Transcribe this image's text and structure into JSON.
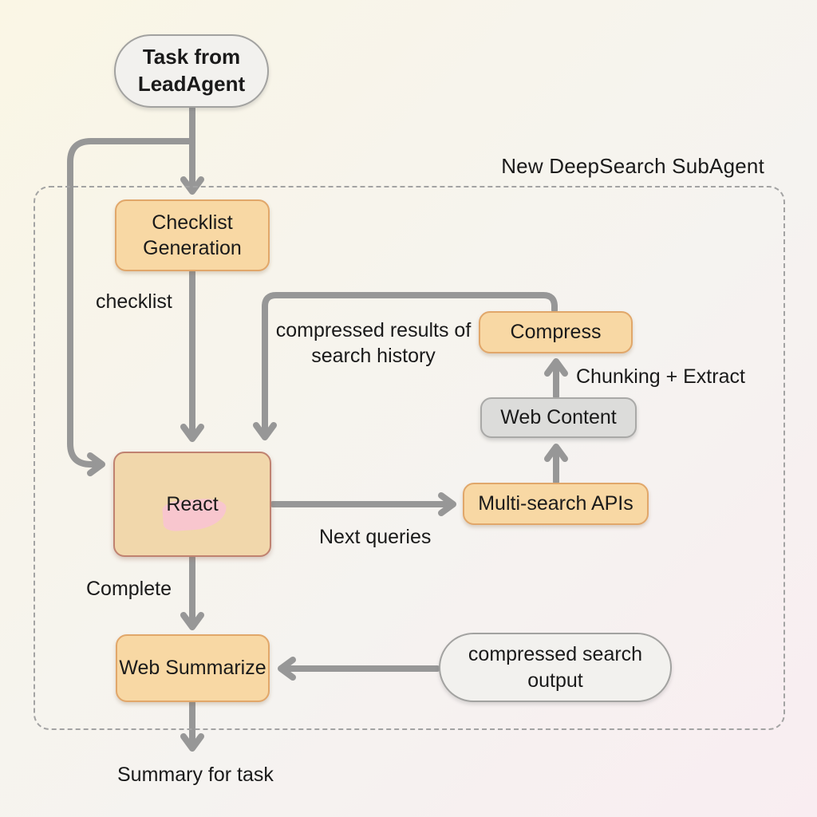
{
  "diagram": {
    "container_label": "New DeepSearch SubAgent",
    "nodes": {
      "task": {
        "label": "Task from\nLeadAgent"
      },
      "checklist_generation": {
        "label": "Checklist\nGeneration"
      },
      "react": {
        "label": "React"
      },
      "compress": {
        "label": "Compress"
      },
      "web_content": {
        "label": "Web Content"
      },
      "multi_search_apis": {
        "label": "Multi-search APIs"
      },
      "web_summarize": {
        "label": "Web Summarize"
      },
      "compressed_search_output": {
        "label": "compressed search\noutput"
      }
    },
    "edge_labels": {
      "checklist": "checklist",
      "compressed_results": "compressed results of\nsearch history",
      "chunking_extract": "Chunking + Extract",
      "next_queries": "Next queries",
      "complete": "Complete",
      "summary_for_task": "Summary for task"
    },
    "colors": {
      "node_orange_fill": "#f8d8a4",
      "node_orange_border": "#e1a76a",
      "react_fill": "#f1d7ab",
      "react_border": "#c08270",
      "react_highlight_pink": "#f8c6ce",
      "node_gray_fill": "#dcdcda",
      "node_gray_border": "#a9a9a7",
      "pill_fill": "#f2f1ee",
      "pill_border": "#a2a2a0",
      "edge_gray": "#979797",
      "dashed_border": "#a3a3a3",
      "text": "#1a1a1a"
    }
  }
}
